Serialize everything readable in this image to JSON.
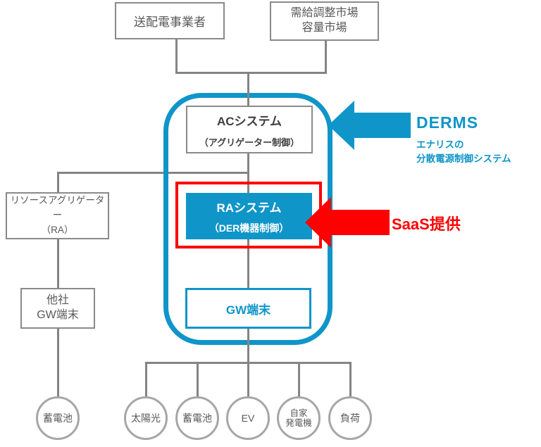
{
  "colors": {
    "accent_blue": "#1095c8",
    "accent_red": "#ff0000",
    "connector_gray": "#848484",
    "box_border_gray": "#8a8a8a",
    "circle_border_gray": "#a6a6a6",
    "text_gray": "#595959",
    "text_dark": "#3f3f3f"
  },
  "nodes": {
    "grid_operator": {
      "label": "送配電事業者"
    },
    "market": {
      "line1": "需給調整市場",
      "line2": "容量市場"
    },
    "ac_system": {
      "title": "ACシステム",
      "subtitle": "（アグリゲーター制御）"
    },
    "ra_system": {
      "title": "RAシステム",
      "subtitle": "（DER機器制御）"
    },
    "gw_terminal": {
      "label": "GW端末"
    },
    "resource_aggregator": {
      "line1": "リソースアグリゲーター",
      "line2": "（RA）"
    },
    "other_gw": {
      "line1": "他社",
      "line2": "GW端末"
    },
    "external_battery": {
      "label": "蓄電池"
    }
  },
  "der_circles": [
    {
      "line1": "太陽光"
    },
    {
      "line1": "蓄電池"
    },
    {
      "line1": "EV"
    },
    {
      "line1": "自家",
      "line2": "発電機"
    },
    {
      "line1": "負荷"
    }
  ],
  "annotations": {
    "derms": {
      "title": "DERMS",
      "desc_line1": "エナリスの",
      "desc_line2": "分散電源制御システム"
    },
    "saas": {
      "label": "SaaS提供"
    }
  }
}
